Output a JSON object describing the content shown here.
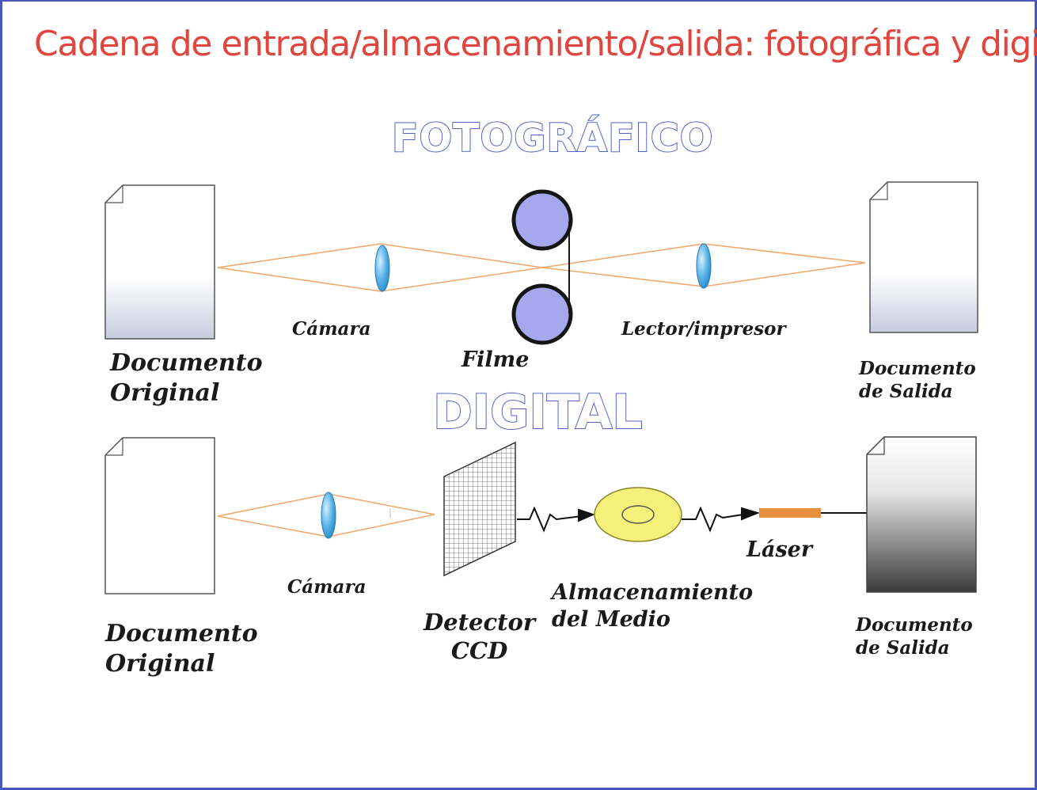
{
  "title": "Cadena de entrada/almacenamiento/salida: fotográfica y digital",
  "colors": {
    "title": "#e0463e",
    "frame": "#4a55b8",
    "heading_outline": "#4657c4",
    "light_rays": "#f0a868",
    "lens": "#5bb5e8",
    "film_reel": "#a6a8ee",
    "disc": "#f5f07a",
    "laser": "#e8903e"
  },
  "photographic": {
    "heading": "FOTOGRÁFICO",
    "labels": {
      "original": "Documento\nOriginal",
      "camera": "Cámara",
      "film": "Filme",
      "reader": "Lector/impresor",
      "output": "Documento\nde Salida"
    }
  },
  "digital": {
    "heading": "DIGITAL",
    "labels": {
      "original": "Documento\nOriginal",
      "camera": "Cámara",
      "detector": "Detector\nCCD",
      "storage": "Almacenamiento\ndel Medio",
      "laser": "Láser",
      "output": "Documento\nde Salida"
    }
  },
  "icons": [
    "document-icon",
    "lens-icon",
    "film-reel-icon",
    "ccd-grid-icon",
    "storage-disc-icon",
    "laser-icon",
    "signal-arrow-icon"
  ]
}
